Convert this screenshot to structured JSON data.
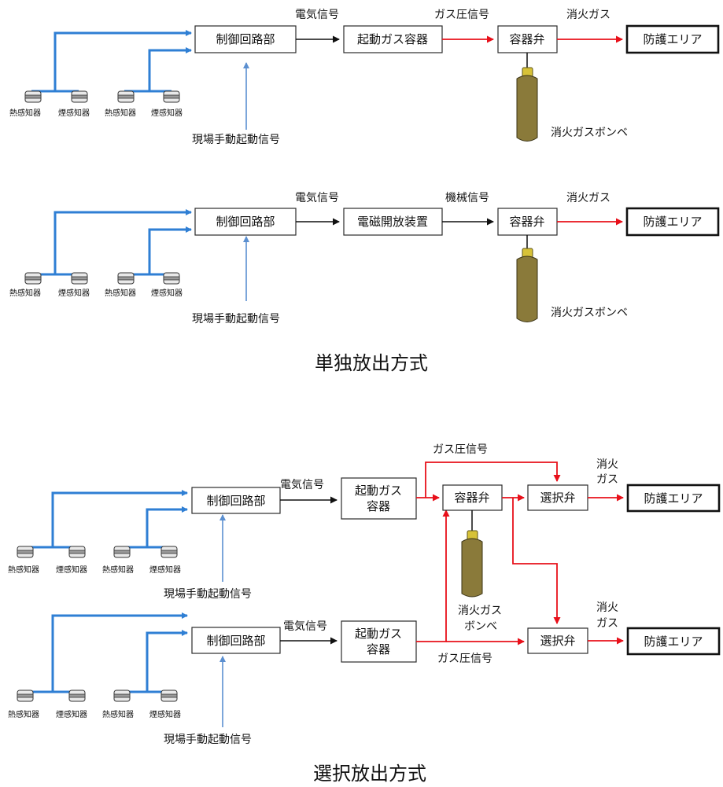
{
  "diagrams": {
    "d1": {
      "control": "制御回路部",
      "actuator": "起動ガス容器",
      "valve": "容器弁",
      "area": "防護エリア",
      "label_elec": "電気信号",
      "label_mid": "ガス圧信号",
      "label_gas": "消火ガス",
      "manual": "現場手動起動信号",
      "cylinder": "消火ガスボンベ"
    },
    "d2": {
      "control": "制御回路部",
      "actuator": "電磁開放装置",
      "valve": "容器弁",
      "area": "防護エリア",
      "label_elec": "電気信号",
      "label_mid": "機械信号",
      "label_gas": "消火ガス",
      "manual": "現場手動起動信号",
      "cylinder": "消火ガスボンベ"
    },
    "d3": {
      "control_top": "制御回路部",
      "control_bottom": "制御回路部",
      "actuator_top_l1": "起動ガス",
      "actuator_top_l2": "容器",
      "actuator_bottom_l1": "起動ガス",
      "actuator_bottom_l2": "容器",
      "valve": "容器弁",
      "select_top": "選択弁",
      "select_bottom": "選択弁",
      "area_top": "防護エリア",
      "area_bottom": "防護エリア",
      "label_elec_top": "電気信号",
      "label_elec_bottom": "電気信号",
      "label_gas_pressure_top": "ガス圧信号",
      "label_gas_pressure_bottom": "ガス圧信号",
      "label_gas_top_l1": "消火",
      "label_gas_top_l2": "ガス",
      "label_gas_bottom_l1": "消火",
      "label_gas_bottom_l2": "ガス",
      "manual_top": "現場手動起動信号",
      "manual_bottom": "現場手動起動信号",
      "cylinder_l1": "消火ガス",
      "cylinder_l2": "ボンベ"
    }
  },
  "detectors": {
    "heat": "熱感知器",
    "smoke": "煙感知器"
  },
  "captions": {
    "single": "単独放出方式",
    "selective": "選択放出方式"
  },
  "colors": {
    "signal_line": "#2f7fd4",
    "gas_line": "#e8101a",
    "cylinder": "#8a7a3a"
  }
}
